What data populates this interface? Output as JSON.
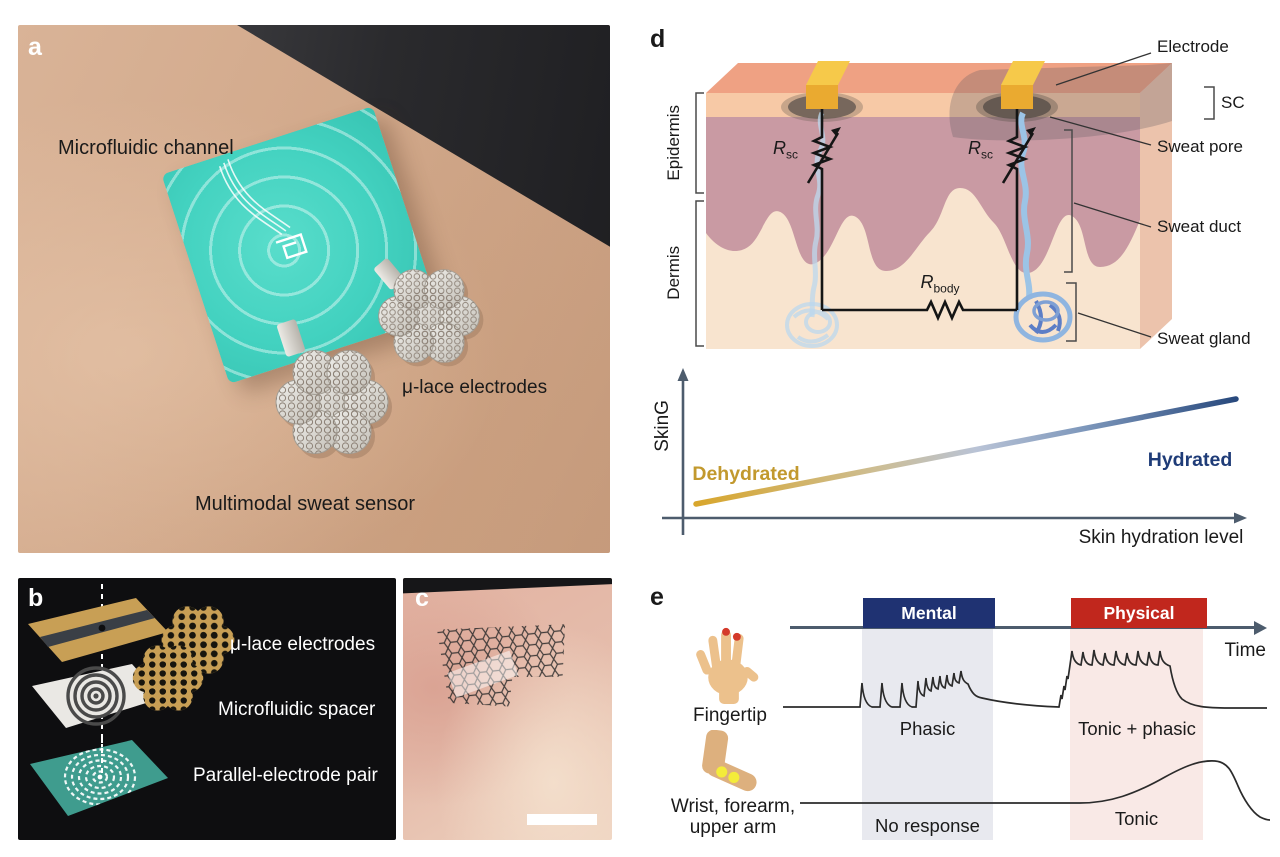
{
  "figure": {
    "type": "scientific-figure",
    "panels": {
      "a": {
        "tag": "a",
        "label_microfluidic_channel": "Microfluidic channel",
        "label_mu_lace_electrodes": "μ-lace electrodes",
        "label_multimodal_sweat_sensor": "Multimodal sweat sensor"
      },
      "b": {
        "tag": "b",
        "layer_labels": [
          "μ-lace electrodes",
          "Microfluidic spacer",
          "Parallel-electrode pair"
        ]
      },
      "c": {
        "tag": "c"
      },
      "d": {
        "tag": "d",
        "anatomy": {
          "electrode": "Electrode",
          "sc": "SC",
          "sweat_pore": "Sweat pore",
          "sweat_duct": "Sweat duct",
          "sweat_gland": "Sweat gland",
          "epidermis": "Epidermis",
          "dermis": "Dermis"
        },
        "circuit": {
          "r": "R",
          "sc_sub": "sc",
          "body_sub": "body"
        },
        "graph": {
          "ylabel": "SkinG",
          "xlabel": "Skin hydration level",
          "dehydrated": "Dehydrated",
          "hydrated": "Hydrated"
        }
      },
      "e": {
        "tag": "e",
        "conditions": {
          "mental": "Mental",
          "physical": "Physical"
        },
        "time_label": "Time",
        "rows": [
          {
            "site": "Fingertip",
            "mental": "Phasic",
            "physical": "Tonic + phasic"
          },
          {
            "site_line1": "Wrist, forearm,",
            "site_line2": "upper arm",
            "mental": "No response",
            "physical": "Tonic"
          }
        ]
      }
    },
    "colors": {
      "mental": "#1f3272",
      "physical": "#c1271d",
      "mental_shade": "#e8e9ef",
      "physical_shade": "#f9e9e6",
      "timeline": "#4d5c6d",
      "dehydrated": "#c2992e",
      "hydrated": "#1f3c78",
      "device_teal": "#43d2c0",
      "layer_teal": "#3f9c8e",
      "electrode_gold": "#f0bc3c",
      "skin_surface": "#efa183",
      "stratum_corneum": "#f7c9a6",
      "epidermis": "#c99aa3",
      "dermis": "#f8e4cf",
      "sweat_blue": "#a9cde9"
    }
  }
}
